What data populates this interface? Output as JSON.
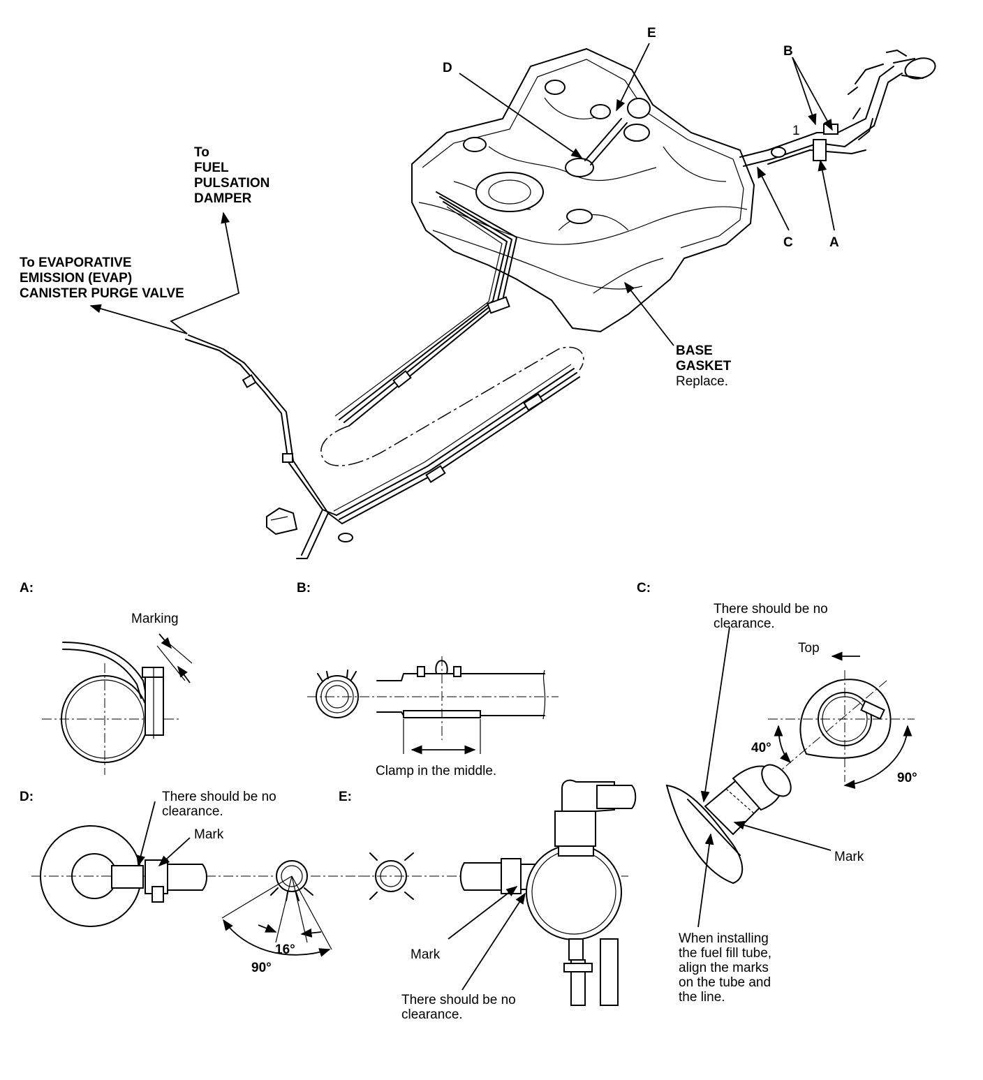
{
  "labels": {
    "callout_e": "E",
    "callout_b": "B",
    "callout_d": "D",
    "callout_c": "C",
    "callout_a": "A",
    "pulsation_1": "To",
    "pulsation_2": "FUEL",
    "pulsation_3": "PULSATION",
    "pulsation_4": "DAMPER",
    "evap_1": "To EVAPORATIVE",
    "evap_2": "EMISSION (EVAP)",
    "evap_3": "CANISTER PURGE VALVE",
    "gasket_1": "BASE",
    "gasket_2": "GASKET",
    "gasket_3": "Replace.",
    "small_1": "1"
  },
  "detail_a": {
    "title": "A:",
    "marking": "Marking"
  },
  "detail_b": {
    "title": "B:",
    "clamp_note": "Clamp in the middle."
  },
  "detail_c": {
    "title": "C:",
    "clearance_1": "There should be no",
    "clearance_2": "clearance.",
    "top": "Top",
    "angle_40": "40°",
    "angle_90": "90°",
    "mark": "Mark",
    "install_1": "When installing",
    "install_2": "the fuel fill tube,",
    "install_3": "align the marks",
    "install_4": "on the tube and",
    "install_5": "the line."
  },
  "detail_d": {
    "title": "D:",
    "clearance_1": "There should be no",
    "clearance_2": "clearance.",
    "mark": "Mark",
    "angle_16": "16°",
    "angle_90": "90°"
  },
  "detail_e": {
    "title": "E:",
    "mark": "Mark",
    "clearance_1": "There should be no",
    "clearance_2": "clearance."
  }
}
